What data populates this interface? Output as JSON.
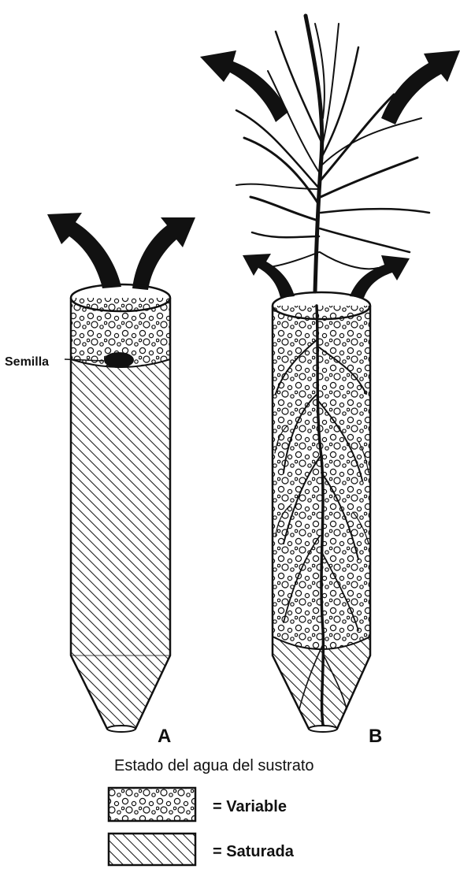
{
  "labels": {
    "seed": "Semilla",
    "container_a": "A",
    "container_b": "B"
  },
  "legend": {
    "title": "Estado del agua del sustrato",
    "items": [
      {
        "pattern": "bubbles",
        "text": "= Variable"
      },
      {
        "pattern": "hatch",
        "text": "= Saturada"
      }
    ]
  },
  "colors": {
    "ink": "#111111",
    "background": "#ffffff"
  }
}
